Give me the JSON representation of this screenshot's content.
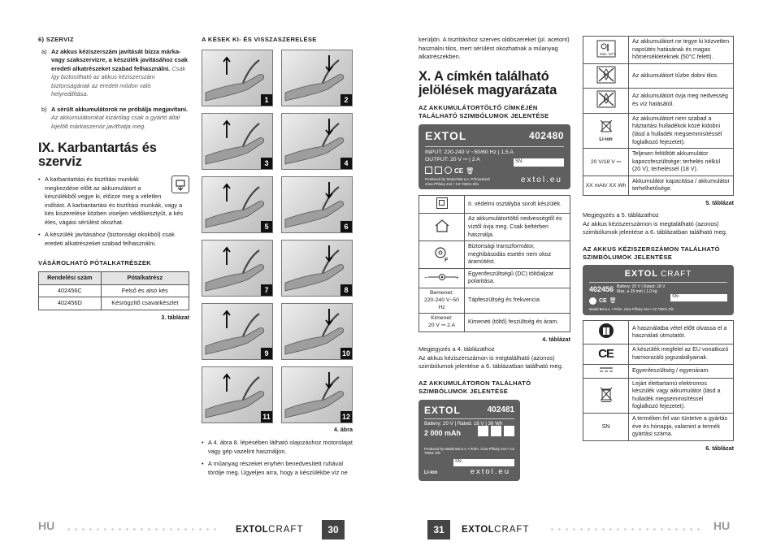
{
  "left": {
    "s6": {
      "title": "6)  SZERVIZ",
      "a_label": "a)",
      "a_bold": "Az akkus kéziszerszám javítását bízza márka- vagy szakszervizre, a készülék javításához csak eredeti alkatrészeket szabad felhasználni.",
      "a_ital": "Csak így biztosítható az akkus kéziszerszám biztonságának az eredeti módon való helyreállítása.",
      "b_label": "b)",
      "b_bold": "A sérült akkumulátorok ne próbálja megjavítani.",
      "b_ital": "Az akkumulátorokat kizárólag csak a gyártó által kijelölt márkaszerviz javíthatja meg."
    },
    "h_ix": "IX. Karbantartás és szerviz",
    "p1": "A karbantartási és tisztítási munkák megkezdése előtt az akkumulátort a készülékből vegye ki, előzze meg a véletlen indítást. A karbantartási és tisztítási munkák, vagy a kés kiszerelése közben viseljen védőkesztyűt, a kés éles, vágási sérülést okozhat.",
    "p2": "A készülék javításához (biztonsági okokból) csak eredeti alkatrészeket szabad felhasználni.",
    "parts_title": "VÁSÁROLHATÓ PÓTALKATRÉSZEK",
    "parts_headers": [
      "Rendelési szám",
      "Pótalkatrész"
    ],
    "parts_rows": [
      [
        "402456C",
        "Felső és alsó kés"
      ],
      [
        "402456D",
        "Késrögzítő csavarkészlet"
      ]
    ],
    "parts_caption": "3. táblázat"
  },
  "mid": {
    "title": "A KÉSEK KI- ÉS VISSZASZERELÉSE",
    "numbers": [
      "1",
      "2",
      "3",
      "4",
      "5",
      "6",
      "7",
      "8",
      "9",
      "10",
      "11",
      "12"
    ],
    "fig_caption": "4. ábra",
    "b1": "A 4. ábra 8. lépésében látható olajozáshoz motorolajat vagy gép vazelint használjon.",
    "b2": "A műanyag részeket enyhén benedvesített ruhával törölje meg. Ügyeljen arra, hogy a készülékbe víz ne"
  },
  "right": {
    "cont": "kerüljön. A tisztításhoz szerves oldószereket (pl. acetont) használni tilos, mert sérülést okozhatnak a műanyag alkatrészekben.",
    "h_x": "X. A címkén található jelölések magyarázata",
    "charger_title": "AZ AKKUMULÁTORTÖLTŐ CÍMKÉJÉN TALÁLHATÓ SZIMBÓLUMOK JELENTÉSE",
    "charger_label": {
      "brand": "EXTOL",
      "model": "402480",
      "input": "INPUT: 220-240 V ~50/60 Hz  |  1,5 A",
      "output": "OUTPUT: 20 V",
      "output_a": "2 A",
      "sn": "SN:",
      "maker": "Produced by Madal Bal a.s. Průmyslová zóna Příluky 244 • CZ 76001 Zlín",
      "web": "extol.eu"
    },
    "sym_rows": [
      {
        "icon": "class-ii-icon",
        "text": "II. védelmi osztályba sorolt készülék."
      },
      {
        "icon": "house-icon",
        "text": "Az akkumulátortöltő nedvességtől és víztől óvja meg. Csak beltérben használja."
      },
      {
        "icon": "transformer-icon",
        "text": "Biztonsági transzformátor, meghibásodás esetén nem okoz áramütést."
      },
      {
        "icon": "polarity-icon",
        "text": "Egyenfeszültségű (DC) töltőaljzat polaritása."
      },
      {
        "icon_lines": [
          "Bemenet:",
          "220-240 V~50 Hz"
        ],
        "text": "Tápfeszültség és frekvencia"
      },
      {
        "icon_lines": [
          "Kimenet:",
          "20 V  ⎓ 2 A"
        ],
        "text": "Kimeneti (töltő) feszültség és áram."
      }
    ],
    "t4_caption": "4. táblázat",
    "note": "Megjegyzés a 4. táblázathoz\nAz akkus kéziszerszámon is megtalálható (azonos) szimbólumok jelentése a 6. táblázatban található meg.",
    "batt_title": "AZ AKKUMULÁTORON TALÁLHATÓ SZIMBÓLUMOK JELENTÉSE",
    "batt_label": {
      "brand": "EXTOL",
      "model": "402481",
      "specs": "Battery: 20 V  |  Rated: 18 V  |  36 Wh",
      "cap": "2 000 mAh",
      "li": "Li-ion",
      "sn": "SN:",
      "maker": "Produced by Madal Bal a.s. • Prům. zóna Příluky 244 • CZ 76001 Zlín",
      "web": "extol.eu"
    }
  },
  "far": {
    "t5": [
      {
        "icon": "sun-50c-icon",
        "text": "Az akkumulátort ne tegye ki közvetlen napsütés hatásának és magas hőmérsékleteknek (50°C felett)."
      },
      {
        "icon": "no-fire-icon",
        "text": "Az akkumulátort tűzbe dobni tilos."
      },
      {
        "icon": "no-water-icon",
        "text": "Az akkumulátort óvja meg nedvesség és víz hatásától."
      },
      {
        "icon": "liion-bin-icon",
        "icon_text": "Li-ion",
        "text": "Az akkumulátort nem szabad a háztartási hulladékok közé kidobni (lásd a hulladék megsemmisítéssel foglalkozó fejezetet)."
      },
      {
        "icon_lines": [
          "20 V/18 V ⎓"
        ],
        "text": "Teljesen feltöltött akkumulátor kapocsfeszültsége: terhelés nélkül (20 V); terheléssel (18 V)."
      },
      {
        "icon_lines": [
          "XX mAh/ XX Wh"
        ],
        "text": "Akkumulátor kapacitása / akkumulátor terhelhetősége."
      }
    ],
    "t5_caption": "5. táblázat",
    "note": "Megjegyzés a 5. táblázathoz\nAz akkus kéziszerszámon is megtalálható (azonos) szimbólumok jelentése a 6. táblázatban található meg.",
    "tool_title": "AZ AKKUS KÉZISZERSZÁMON TALÁLHATÓ SZIMBÓLUMOK JELENTÉSE",
    "tool_label": {
      "brand": "EXTOL",
      "craft": "CRAFT",
      "model": "402456",
      "specs": "Battery: 20 V  |  Rated: 18 V  Max. ⌀ 25 mm  |  1,0 kg",
      "sn": "SN:",
      "maker": "Madal Bal a.s. • Prům. zóna Příluky 244 • CZ 76001 Zlín"
    },
    "t6": [
      {
        "icon": "manual-icon",
        "text": "A használatba vétel előtt olvassa el a használati útmutatót."
      },
      {
        "icon": "ce-icon",
        "icon_text": "CE",
        "text": "A készülék megfelel az EU vonatkozó harmonizáló jogszabályainak."
      },
      {
        "icon": "dc-icon",
        "text": "Egyenfeszültség / egyenáram."
      },
      {
        "icon": "bin-icon",
        "text": "Lejárt élettartamú elektromos készülék vagy akkumulátor (lásd a hulladék megsemmisítéssel foglalkozó fejezetet)."
      },
      {
        "icon_lines": [
          "SN"
        ],
        "text": "A terméken fel van tüntetve a gyártás éve és hónapja, valamint a termék gyártási száma."
      }
    ],
    "t6_caption": "6. táblázat"
  },
  "footer": {
    "lang": "HU",
    "brand_a": "EXTOL",
    "brand_b": "CRAFT",
    "page_left": "30",
    "page_right": "31"
  }
}
